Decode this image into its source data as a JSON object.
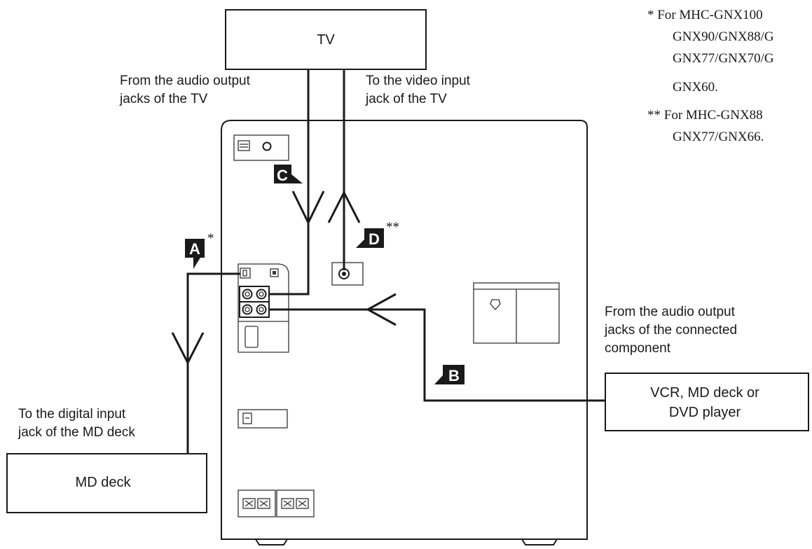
{
  "boxes": {
    "tv": "TV",
    "md_deck": "MD deck",
    "component_line1": "VCR, MD deck or",
    "component_line2": "DVD player"
  },
  "labels": {
    "tv_audio_out_line1": "From the audio output",
    "tv_audio_out_line2": "jacks of the TV",
    "tv_video_in_line1": "To the video input",
    "tv_video_in_line2": "jack of the TV",
    "md_digital_in_line1": "To the digital input",
    "md_digital_in_line2": "jack of the MD deck",
    "component_audio_out_line1": "From the audio output",
    "component_audio_out_line2": "jacks of the connected",
    "component_audio_out_line3": "component"
  },
  "cords": {
    "a": "A",
    "b": "B",
    "c": "C",
    "d": "D",
    "a_mark": "*",
    "d_mark": "**"
  },
  "notes": {
    "note1_line1": "* For MHC-GNX100",
    "note1_line2": "GNX90/GNX88/G",
    "note1_line3": "GNX77/GNX70/G",
    "note1_line4": "GNX60.",
    "note2_line1": "** For MHC-GNX88",
    "note2_line2": "GNX77/GNX66."
  }
}
